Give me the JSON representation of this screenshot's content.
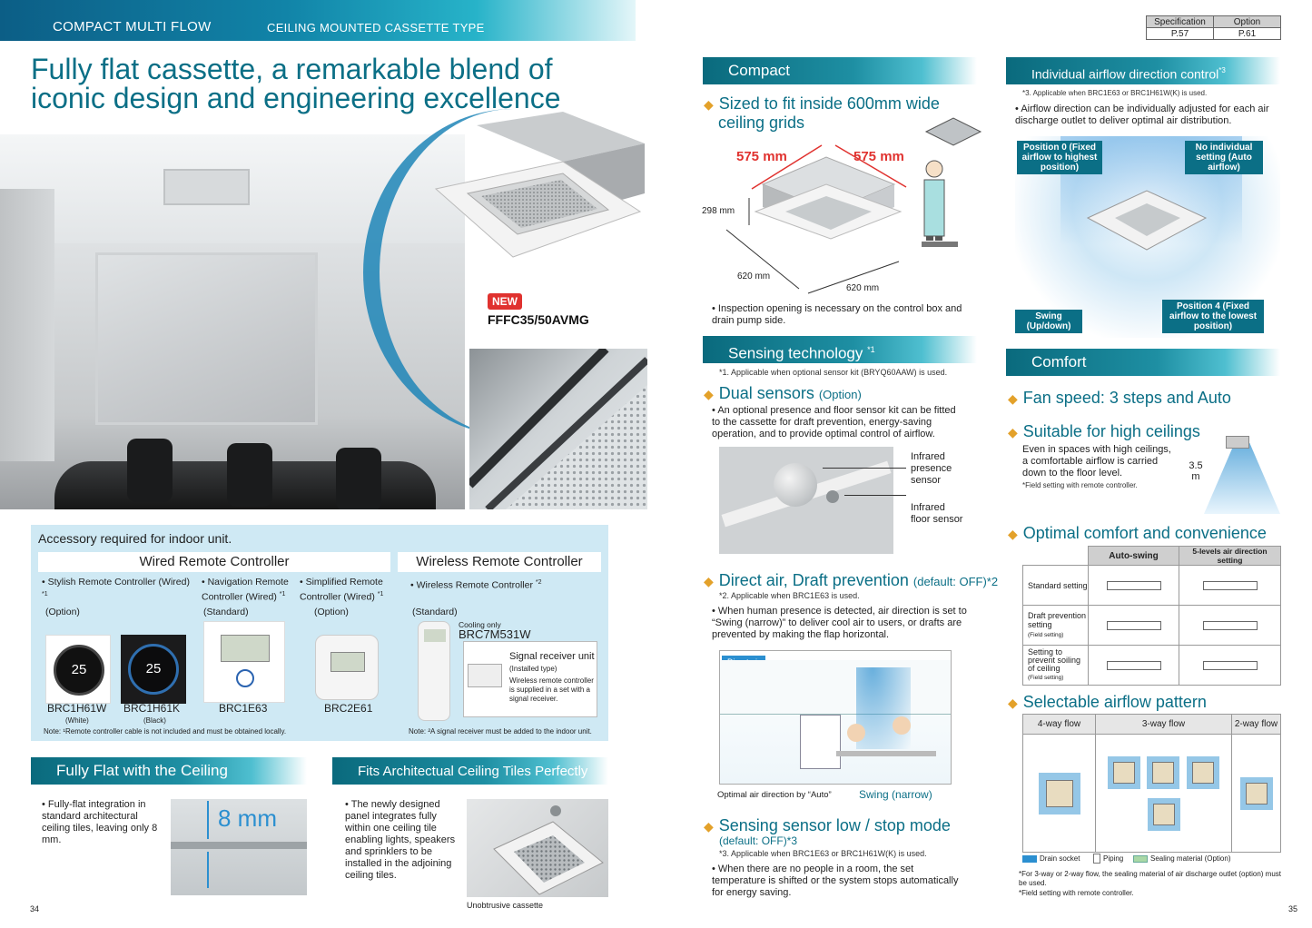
{
  "header": {
    "series": "COMPACT MULTI FLOW",
    "type": "CEILING MOUNTED CASSETTE TYPE"
  },
  "spec_links": {
    "spec_label": "Specification",
    "option_label": "Option",
    "spec_page": "P.57",
    "option_page": "P.61"
  },
  "title": {
    "line1": "Fully flat cassette,  a remarkable blend of",
    "line2": "iconic design and engineering excellence"
  },
  "product": {
    "badge": "NEW",
    "model": "FFFC35/50AVMG"
  },
  "accessory": {
    "heading": "Accessory required for indoor unit.",
    "wired_title": "Wired Remote Controller",
    "wireless_title": "Wireless Remote Controller",
    "items": [
      {
        "name": "Stylish Remote Controller (Wired)",
        "sup": "*1",
        "kind": "(Option)"
      },
      {
        "name": "Navigation Remote Controller (Wired)",
        "sup": "*1",
        "kind": "(Standard)"
      },
      {
        "name": "Simplified Remote Controller (Wired)",
        "sup": "*1",
        "kind": "(Option)"
      },
      {
        "name": "Wireless Remote Controller",
        "sup": "*2",
        "kind": "(Standard)"
      }
    ],
    "models": {
      "m1": "BRC1H61W",
      "m1c": "(White)",
      "m2": "BRC1H61K",
      "m2c": "(Black)",
      "m3": "BRC1E63",
      "m4": "BRC2E61",
      "m5": "BRC7M531W",
      "cooling": "Cooling only"
    },
    "screen_temp": "25",
    "signal": {
      "title": "Signal receiver unit",
      "sub": "(Installed type)",
      "desc": "Wireless remote controller is supplied in a set with a signal receiver."
    },
    "note1": "Note: ¹Remote controller cable is not included and must be obtained locally.",
    "note2": "Note: ²A signal receiver must be added to the indoor unit."
  },
  "flat": {
    "bar": "Fully Flat with the Ceiling",
    "text": "Fully-flat integration in standard architectural ceiling tiles, leaving only 8 mm.",
    "dim": "8 mm"
  },
  "arch": {
    "bar": "Fits Architectual Ceiling Tiles Perfectly",
    "text": "The newly designed panel integrates fully within one ceiling tile enabling lights, speakers and sprinklers to be installed in the adjoining ceiling tiles.",
    "caption": "Unobtrusive cassette"
  },
  "page_numbers": {
    "left": "34",
    "right": "35"
  },
  "compact": {
    "bar": "Compact",
    "heading_l1": "Sized to fit inside 600mm wide",
    "heading_l2": "ceiling grids",
    "w1": "575 mm",
    "w2": "575 mm",
    "h": "298 mm",
    "d1": "620 mm",
    "d2": "620 mm",
    "note": "Inspection opening is necessary on the control box and drain pump side."
  },
  "sensing": {
    "bar": "Sensing technology",
    "bar_sup": "*1",
    "footnote": "*1. Applicable when optional sensor kit (BRYQ60AAW) is used.",
    "dual_title": "Dual sensors",
    "dual_opt": "(Option)",
    "dual_text": "An optional presence and floor sensor kit can be fitted to the cassette for draft prevention, energy-saving operation, and to provide optimal control of airflow.",
    "label1": "Infrared presence sensor",
    "label2": "Infrared floor sensor",
    "direct_title": "Direct air, Draft prevention",
    "direct_opt": "(default: OFF)*2",
    "direct_note": "*2. Applicable when BRC1E63 is used.",
    "direct_text": "When human presence is detected, air direction is set to “Swing (narrow)” to deliver cool air to users, or drafts are prevented by making the flap horizontal.",
    "direct_tag": "Direct air",
    "caption_left": "Optimal air direction  by “Auto”",
    "caption_right": "Swing (narrow)",
    "low_title": "Sensing sensor low / stop mode",
    "low_opt": "(default: OFF)*3",
    "low_note": "*3. Applicable when BRC1E63 or BRC1H61W(K) is used.",
    "low_text": "When there are no people in a room, the set temperature is shifted or the system stops automatically for energy saving."
  },
  "individual": {
    "bar": "Individual airflow direction control",
    "bar_sup": "*3",
    "note": "*3. Applicable when BRC1E63 or BRC1H61W(K) is used.",
    "text": "Airflow direction can be individually adjusted for each air discharge outlet to deliver optimal air distribution.",
    "c1": "Position 0 (Fixed airflow to highest position)",
    "c2": "No individual setting (Auto airflow)",
    "c3": "Swing (Up/down)",
    "c4": "Position 4 (Fixed airflow to the lowest position)"
  },
  "comfort": {
    "bar": "Comfort",
    "fan": "Fan speed: 3 steps and Auto",
    "high_title": "Suitable for high ceilings",
    "high_text": "Even in spaces with high ceilings, a comfortable airflow is carried down to the floor level.",
    "high_note": "*Field setting with remote controller.",
    "height": "3.5 m",
    "optimal": "Optimal comfort and convenience",
    "col1": "Auto-swing",
    "col2": "5-levels air direction setting",
    "rows": [
      {
        "label": "Standard setting",
        "sub": ""
      },
      {
        "label": "Draft prevention setting",
        "sub": "(Field setting)"
      },
      {
        "label": "Setting to prevent soiling of ceiling",
        "sub": "(Field setting)"
      }
    ],
    "pattern": "Selectable airflow pattern",
    "p1": "4-way flow",
    "p2": "3-way flow",
    "p3": "2-way flow",
    "legend1": "Drain socket",
    "legend2": "Piping",
    "legend3": "Sealing material (Option)",
    "foot1": "*For 3-way or 2-way flow, the sealing material of air discharge outlet (option) must be used.",
    "foot2": "*Field setting with remote controller."
  },
  "colors": {
    "brand_teal": "#0b6f86",
    "accent_red": "#e0322f",
    "bullet_gold": "#e3a12a",
    "callout": "#0b6f86"
  }
}
